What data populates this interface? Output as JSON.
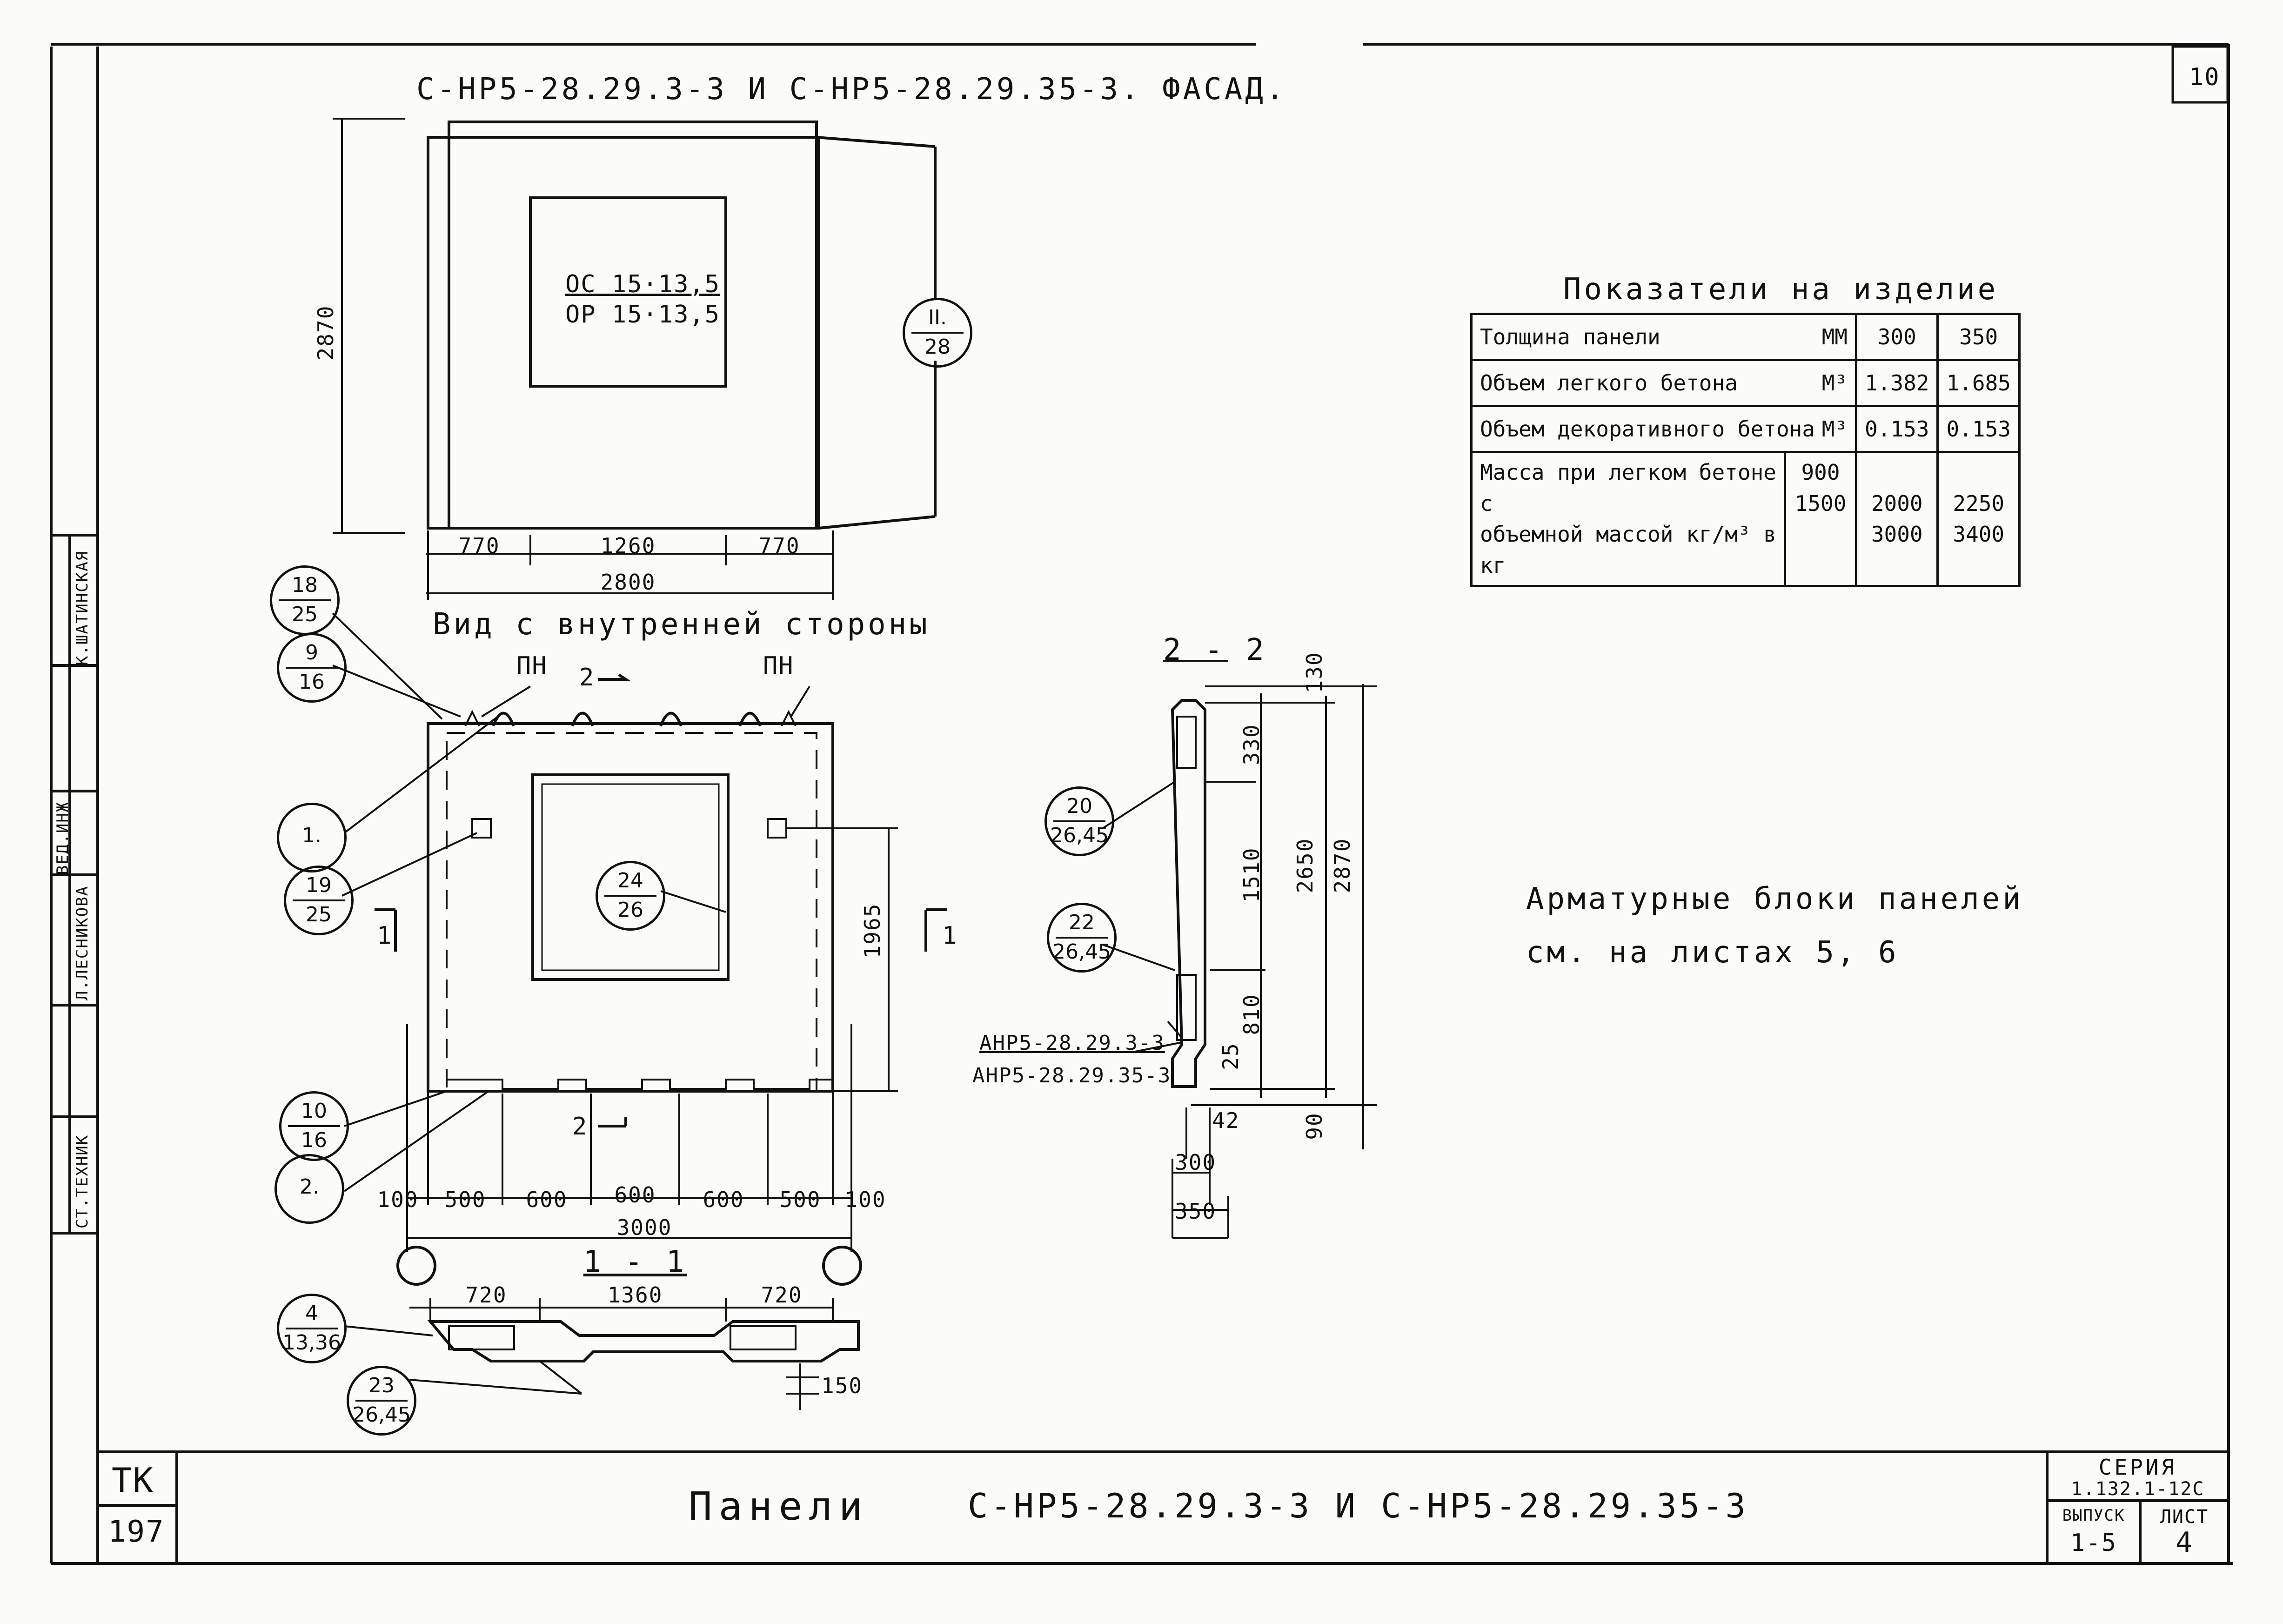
{
  "sheet_number": "10",
  "facade": {
    "title": "С-НР5-28.29.3-3  И  С-НР5-28.29.35-3. ФАСАД.",
    "window_label_1": "ОС 15·13,5",
    "window_label_2": "ОР 15·13,5",
    "dim_height": "2870",
    "dims_horizontal": [
      "770",
      "1260",
      "770"
    ],
    "dim_total": "2800",
    "ref_mark": {
      "num": "II.",
      "den": "28"
    }
  },
  "inner_view": {
    "title": "Вид с внутренней стороны",
    "pn_left": "ПН",
    "pn_right": "ПН",
    "section_top": "2",
    "section_bottom": "2",
    "section_left": "1",
    "section_right": "1",
    "dim_1965": "1965",
    "dims_bottom": [
      "100",
      "500",
      "600",
      "600",
      "600",
      "500",
      "100"
    ],
    "dim_total": "3000",
    "refs": [
      {
        "num": "18",
        "den": "25"
      },
      {
        "num": "9",
        "den": "16"
      },
      {
        "num": "1.",
        "den": ""
      },
      {
        "num": "19",
        "den": "25"
      },
      {
        "num": "24",
        "den": "26"
      },
      {
        "num": "10",
        "den": "16"
      },
      {
        "num": "2.",
        "den": ""
      }
    ]
  },
  "section_1_1": {
    "title": "1 - 1",
    "dims": [
      "720",
      "1360",
      "720"
    ],
    "dim_150": "150",
    "refs": [
      {
        "num": "4",
        "den": "13,36"
      },
      {
        "num": "23",
        "den": "26,45"
      }
    ]
  },
  "section_2_2": {
    "title": "2 - 2",
    "dims_v": [
      "130",
      "330",
      "1510",
      "810",
      "25",
      "90"
    ],
    "dim_2650": "2650",
    "dim_2870": "2870",
    "dim_42": "42",
    "dim_300": "300",
    "dim_350": "350",
    "callout_1": "АНР5-28.29.3-3",
    "callout_2": "АНР5-28.29.35-3",
    "refs": [
      {
        "num": "20",
        "den": "26,45"
      },
      {
        "num": "22",
        "den": "26,45"
      }
    ]
  },
  "indicators": {
    "title": "Показатели на изделие",
    "rows": [
      {
        "label": "Толщина панели",
        "unit": "ММ",
        "v1": "300",
        "v2": "350"
      },
      {
        "label": "Объем легкого бетона",
        "unit": "М³",
        "v1": "1.382",
        "v2": "1.685"
      },
      {
        "label": "Объем декоративного бетона",
        "unit": "М³",
        "v1": "0.153",
        "v2": "0.153"
      }
    ],
    "mass_label_1": "Масса при легком бетоне с",
    "mass_label_2": "объемной массой кг/м³ в кг",
    "mass_rows": [
      {
        "density": "900",
        "v1": "2000",
        "v2": "2250"
      },
      {
        "density": "1500",
        "v1": "3000",
        "v2": "3400"
      }
    ]
  },
  "note": {
    "line1": "Арматурные блоки панелей",
    "line2": "см. на листах  5, 6"
  },
  "stamp_side": {
    "names": [
      "К.ШАТИНСКАЯ",
      "Л.ЛЕСНИКОВА",
      "ВЕД.ИНЖ",
      "СТ.ТЕХНИК"
    ],
    "code_tk": "ТК",
    "code_num": "197"
  },
  "title_block": {
    "title_word": "Панели",
    "title_rest": "С-НР5-28.29.3-3  И  С-НР5-28.29.35-3",
    "series_label": "СЕРИЯ",
    "series_value": "1.132.1-12С",
    "issue_label": "ВЫПУСК",
    "issue_value": "1-5",
    "sheet_label": "ЛИСТ",
    "sheet_value": "4"
  }
}
